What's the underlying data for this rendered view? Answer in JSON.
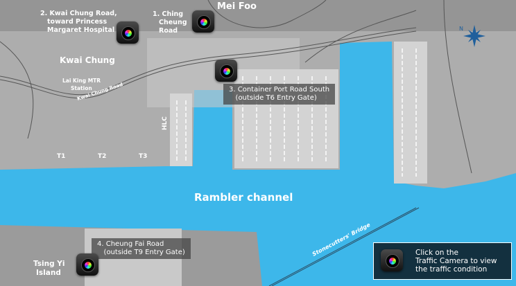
{
  "places": {
    "mei_foo": "Mei Foo",
    "kwai_chung": "Kwai Chung",
    "lai_king": "Lai King MTR",
    "lai_king_2": "Station",
    "kwai_chung_road": "Kwai Chung Road",
    "hlc": "HLC",
    "t1": "T1",
    "t2": "T2",
    "t3": "T3",
    "rambler": "Rambler channel",
    "stonecutters": "Stonecutters' Bridge",
    "tsing_yi": "Tsing Yi",
    "tsing_yi_2": "Island"
  },
  "cameras": [
    {
      "label_lines": [
        "1. Ching",
        "Cheung",
        "Road"
      ]
    },
    {
      "label_lines": [
        "2. Kwai Chung Road,",
        "toward Princess",
        "Margaret Hospital"
      ]
    },
    {
      "label": "3. Container Port Road South\n   (outside T6 Entry Gate)"
    },
    {
      "label": "4. Cheung Fai Road\n   (outside T9 Entry Gate)"
    }
  ],
  "info_box": {
    "text": "Click on the\nTraffic Camera to view\nthe traffic condition"
  },
  "colors": {
    "water": "#3db7ea",
    "land": "#acacac",
    "land_dark": "#8e8e8e",
    "info_bg": "#13303f"
  }
}
